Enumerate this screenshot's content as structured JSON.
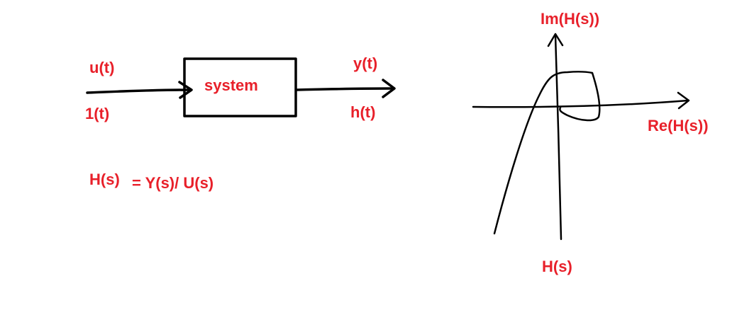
{
  "colors": {
    "ink": "#000000",
    "label": "#e8202a",
    "background": "#ffffff"
  },
  "block_diagram": {
    "input_top": "u(t)",
    "input_bottom": "1(t)",
    "block_label": "system",
    "output_top": "y(t)",
    "output_bottom": "h(t)",
    "equation_lhs": "H(s)",
    "equation_rhs": "= Y(s)/ U(s)"
  },
  "nyquist_sketch": {
    "imag_axis_label": "Im(H(s))",
    "real_axis_label": "Re(H(s))",
    "curve_label": "H(s)"
  }
}
